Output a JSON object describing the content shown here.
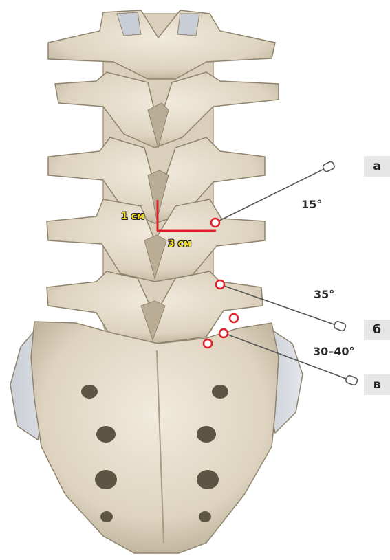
{
  "labels": {
    "a": "а",
    "b": "б",
    "v": "в"
  },
  "angles": {
    "a": "15°",
    "b": "35°",
    "v": "30–40°"
  },
  "dimensions": {
    "vertical": "1 см",
    "horizontal": "3 см"
  },
  "colors": {
    "bone": "#e8e0cf",
    "bone_shadow": "#b9ad95",
    "marker": "#e0202a",
    "guide_line": "#555555",
    "tag_bg": "#e6e6e6",
    "dim_text": "#f2dd1e"
  }
}
